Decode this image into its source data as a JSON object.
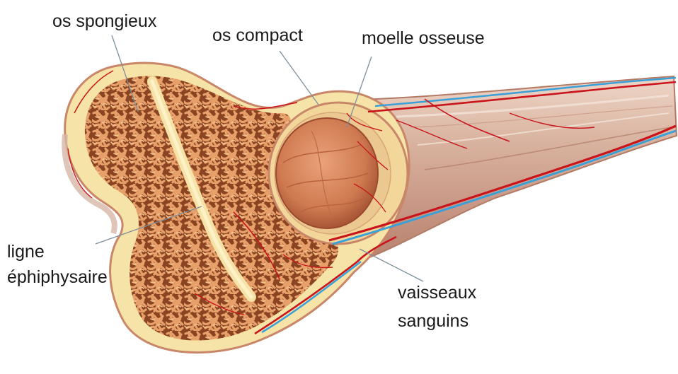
{
  "diagram": {
    "subject": "bone-cross-section",
    "labels": {
      "os_spongieux": "os spongieux",
      "os_compact": "os compact",
      "moelle_osseuse": "moelle osseuse",
      "ligne_line1": "ligne",
      "ligne_line2": "éphiphysaire",
      "vaisseaux_line1": "vaisseaux",
      "vaisseaux_line2": "sanguins"
    },
    "colors": {
      "spongy_bone": "#d98a5a",
      "spongy_cavity": "#7a3a1c",
      "compact_bone": "#f6e3a8",
      "marrow": "#d8825a",
      "shaft": "#dcb8a4",
      "artery": "#c8141a",
      "vein": "#3aa0d8",
      "label_text": "#1a1a1a",
      "leader_line": "#7f8f9a"
    }
  }
}
